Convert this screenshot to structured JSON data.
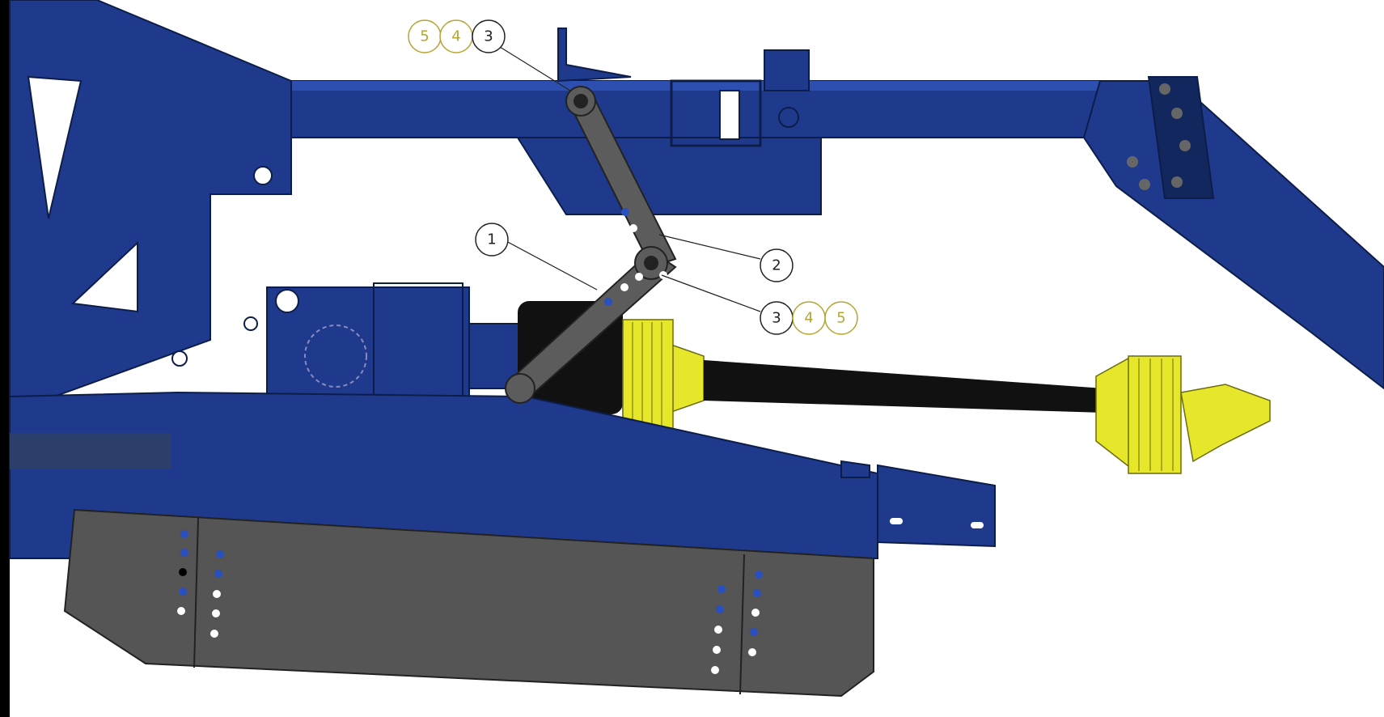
{
  "colors": {
    "frame_blue": "#1f3a8c",
    "frame_blue_dark": "#13275f",
    "frame_blue_light": "#2d4fb0",
    "link_gray": "#5c5c5c",
    "skid_gray": "#555555",
    "shaft_black": "#111111",
    "shield_yellow": "#e6e62a",
    "callout_olive": "#b5a632",
    "callout_black": "#222222"
  },
  "callouts": {
    "top": [
      {
        "label": "5",
        "style": "olive"
      },
      {
        "label": "4",
        "style": "olive"
      },
      {
        "label": "3",
        "style": "black"
      }
    ],
    "item1": {
      "label": "1",
      "style": "black"
    },
    "item2": {
      "label": "2",
      "style": "black"
    },
    "mid": [
      {
        "label": "3",
        "style": "black"
      },
      {
        "label": "4",
        "style": "olive"
      },
      {
        "label": "5",
        "style": "olive"
      }
    ]
  }
}
